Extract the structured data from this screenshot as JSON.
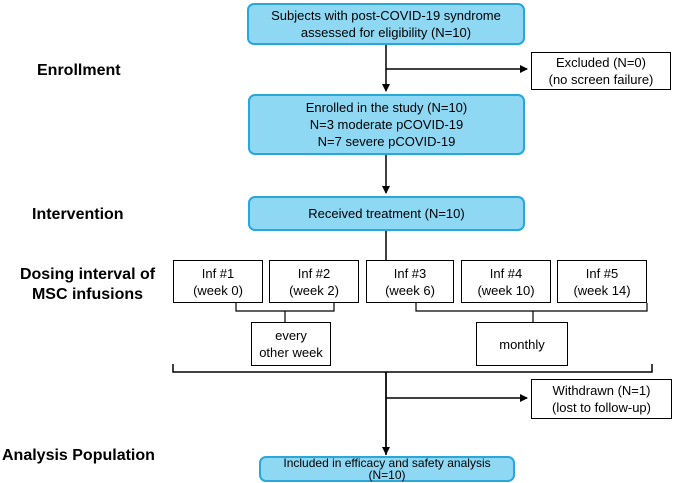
{
  "stages": {
    "enrollment": "Enrollment",
    "intervention": "Intervention",
    "dosing_line1": "Dosing interval of",
    "dosing_line2": "MSC infusions",
    "analysis": "Analysis Population"
  },
  "boxes": {
    "assessed": [
      "Subjects with post-COVID-19 syndrome",
      "assessed for eligibility  (N=10)"
    ],
    "excluded": [
      "Excluded (N=0)",
      "(no screen failure)"
    ],
    "enrolled": [
      "Enrolled in the study (N=10)",
      "N=3 moderate pCOVID-19",
      "N=7 severe pCOVID-19"
    ],
    "treatment": [
      "Received treatment (N=10)"
    ],
    "withdrawn": [
      "Withdrawn (N=1)",
      "(lost to follow-up)"
    ],
    "analysis": [
      "Included in efficacy and safety analysis",
      "(N=10)"
    ]
  },
  "infusions": [
    {
      "label": "Inf #1",
      "week": "(week 0)"
    },
    {
      "label": "Inf #2",
      "week": "(week 2)"
    },
    {
      "label": "Inf #3",
      "week": "(week 6)"
    },
    {
      "label": "Inf #4",
      "week": "(week 10)"
    },
    {
      "label": "Inf #5",
      "week": "(week 14)"
    }
  ],
  "intervals": {
    "every_other_week": [
      "every",
      "other week"
    ],
    "monthly": "monthly"
  },
  "colors": {
    "box_fill": "#8fd8f4",
    "box_border": "#29a6da"
  }
}
